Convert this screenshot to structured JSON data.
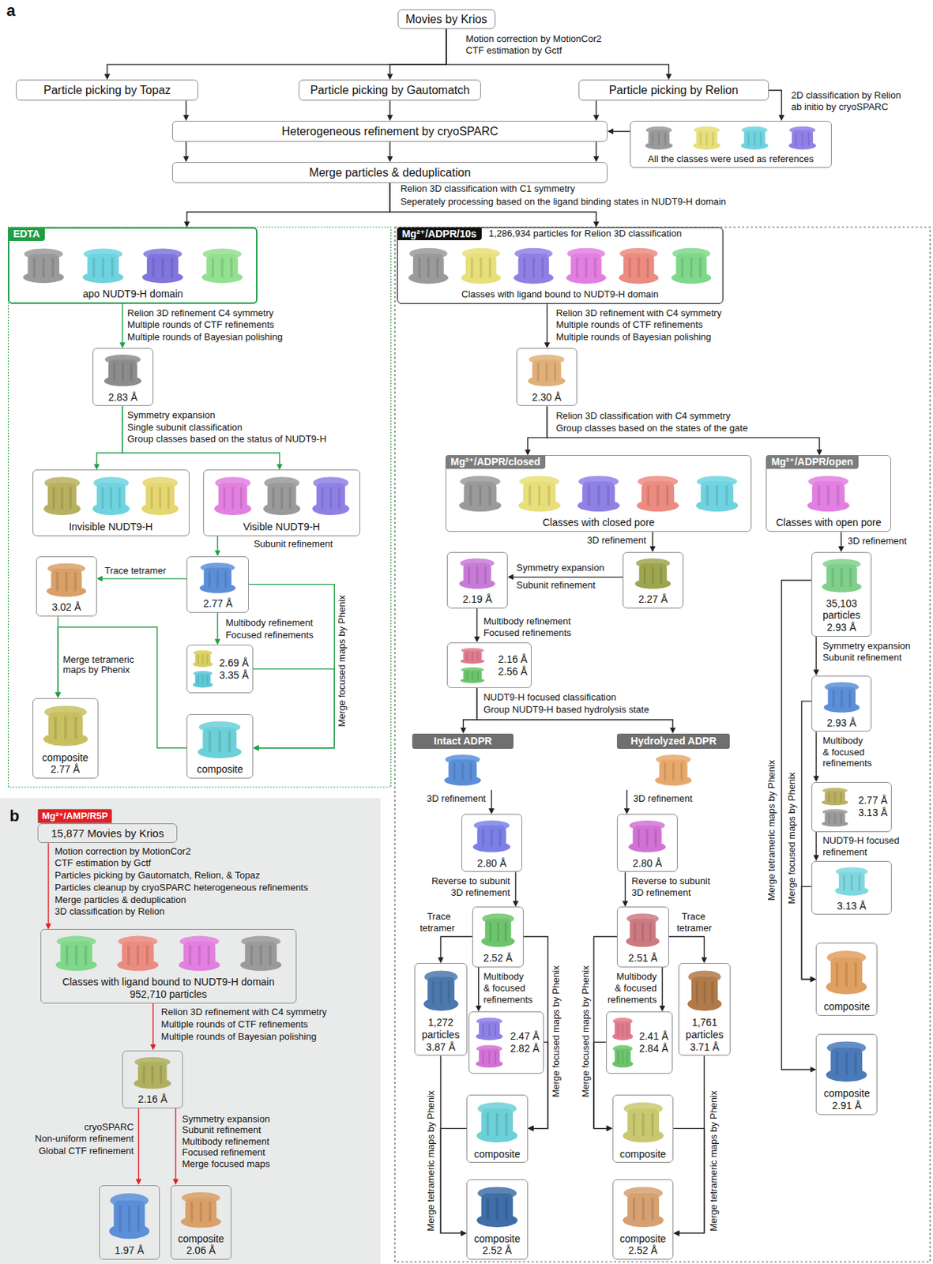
{
  "diagram": {
    "nodes": [
      {
        "text": [
          "Movies by Krios"
        ]
      },
      {
        "text": [
          "Particle picking by Topaz"
        ]
      },
      {
        "text": [
          "Particle picking by Gautomatch"
        ]
      },
      {
        "text": [
          "Particle picking by Relion"
        ]
      },
      {
        "text": [
          "Heterogeneous refinement by cryoSPARC"
        ]
      },
      {
        "text": [
          "Merge particles & deduplication"
        ]
      },
      {
        "text": [
          "All the classes were used as references"
        ]
      },
      {
        "text": [
          "EDTA",
          "apo NUDT9-H domain"
        ]
      },
      {
        "text": [
          "2.83 Å"
        ]
      },
      {
        "text": [
          "Invisible NUDT9-H"
        ]
      },
      {
        "text": [
          "Visible NUDT9-H"
        ]
      },
      {
        "text": [
          "2.77 Å"
        ]
      },
      {
        "text": [
          "3.02 Å"
        ]
      },
      {
        "text": [
          "2.69 Å",
          "3.35 Å"
        ]
      },
      {
        "text": [
          "composite",
          "2.77 Å"
        ]
      },
      {
        "text": [
          "composite"
        ]
      },
      {
        "text": [
          "Mg²⁺/ADPR/10s",
          "1,286,934 particles for Relion 3D classification",
          "Classes with ligand bound to NUDT9-H domain"
        ]
      },
      {
        "text": [
          "2.30 Å"
        ]
      },
      {
        "text": [
          "Mg²⁺/ADPR/closed",
          "Classes with closed pore"
        ]
      },
      {
        "text": [
          "Mg²⁺/ADPR/open",
          "Classes with open pore"
        ]
      },
      {
        "text": [
          "2.27 Å"
        ]
      },
      {
        "text": [
          "2.19 Å"
        ]
      },
      {
        "text": [
          "2.16 Å",
          "2.56 Å"
        ]
      },
      {
        "text": [
          "Intact ADPR"
        ]
      },
      {
        "text": [
          "Hydrolyzed ADPR"
        ]
      },
      {
        "text": [
          "2.80 Å"
        ]
      },
      {
        "text": [
          "2.80 Å"
        ]
      },
      {
        "text": [
          "2.52 Å"
        ]
      },
      {
        "text": [
          "2.51 Å"
        ]
      },
      {
        "text": [
          "1,272 particles",
          "3.87 Å"
        ]
      },
      {
        "text": [
          "2.47 Å",
          "2.82 Å"
        ]
      },
      {
        "text": [
          "2.41 Å",
          "2.84 Å"
        ]
      },
      {
        "text": [
          "1,761 particles",
          "3.71 Å"
        ]
      },
      {
        "text": [
          "composite"
        ]
      },
      {
        "text": [
          "composite"
        ]
      },
      {
        "text": [
          "composite",
          "2.52 Å"
        ]
      },
      {
        "text": [
          "composite",
          "2.52 Å"
        ]
      },
      {
        "text": [
          "35,103 particles",
          "2.93 Å"
        ]
      },
      {
        "text": [
          "2.93 Å"
        ]
      },
      {
        "text": [
          "2.77 Å",
          "3.13 Å"
        ]
      },
      {
        "text": [
          "3.13 Å"
        ]
      },
      {
        "text": [
          "composite"
        ]
      },
      {
        "text": [
          "composite",
          "2.91 Å"
        ]
      },
      {
        "text": [
          "Mg²⁺/AMP/R5P"
        ]
      },
      {
        "text": [
          "15,877 Movies by Krios"
        ]
      },
      {
        "text": [
          "Classes with ligand bound to NUDT9-H domain",
          "952,710 particles"
        ]
      },
      {
        "text": [
          "2.16 Å"
        ]
      },
      {
        "text": [
          "1.97 Å"
        ]
      },
      {
        "text": [
          "composite",
          "2.06 Å"
        ]
      }
    ],
    "edges": [
      {
        "from": 0,
        "to": 1,
        "arrow": "to"
      },
      {
        "from": 0,
        "to": 2,
        "arrow": "to"
      },
      {
        "from": 0,
        "to": 3,
        "arrow": "to"
      },
      {
        "from": 1,
        "to": 4,
        "arrow": "to"
      },
      {
        "from": 2,
        "to": 4,
        "arrow": "to"
      },
      {
        "from": 3,
        "to": 4,
        "arrow": "to"
      },
      {
        "from": 3,
        "to": 6,
        "arrow": "to"
      },
      {
        "from": 6,
        "to": 4,
        "arrow": "to"
      },
      {
        "from": 4,
        "to": 5,
        "arrow": "to"
      },
      {
        "from": 5,
        "to": 7,
        "arrow": "to"
      },
      {
        "from": 5,
        "to": 16,
        "arrow": "to"
      },
      {
        "from": 7,
        "to": 8,
        "arrow": "to"
      },
      {
        "from": 8,
        "to": 9,
        "arrow": "to"
      },
      {
        "from": 8,
        "to": 10,
        "arrow": "to"
      },
      {
        "from": 10,
        "to": 11,
        "arrow": "to"
      },
      {
        "from": 11,
        "to": 12,
        "arrow": "to"
      },
      {
        "from": 11,
        "to": 13,
        "arrow": "to"
      },
      {
        "from": 12,
        "to": 14,
        "arrow": "to"
      },
      {
        "from": 11,
        "to": 15,
        "arrow": "to"
      },
      {
        "from": 13,
        "to": 15,
        "arrow": "to"
      },
      {
        "from": 15,
        "to": 14,
        "arrow": "to"
      },
      {
        "from": 16,
        "to": 17,
        "arrow": "to"
      },
      {
        "from": 17,
        "to": 18,
        "arrow": "to"
      },
      {
        "from": 17,
        "to": 19,
        "arrow": "to"
      },
      {
        "from": 18,
        "to": 20,
        "arrow": "to"
      },
      {
        "from": 20,
        "to": 21,
        "arrow": "to"
      },
      {
        "from": 21,
        "to": 22,
        "arrow": "to"
      },
      {
        "from": 22,
        "to": 23,
        "arrow": "to"
      },
      {
        "from": 22,
        "to": 24,
        "arrow": "to"
      },
      {
        "from": 23,
        "to": 25,
        "arrow": "to"
      },
      {
        "from": 24,
        "to": 26,
        "arrow": "to"
      },
      {
        "from": 25,
        "to": 27,
        "arrow": "to"
      },
      {
        "from": 26,
        "to": 28,
        "arrow": "to"
      },
      {
        "from": 27,
        "to": 29,
        "arrow": "to"
      },
      {
        "from": 27,
        "to": 30,
        "arrow": "to"
      },
      {
        "from": 28,
        "to": 32,
        "arrow": "to"
      },
      {
        "from": 28,
        "to": 31,
        "arrow": "to"
      },
      {
        "from": 27,
        "to": 33,
        "arrow": "to"
      },
      {
        "from": 30,
        "to": 33,
        "arrow": "to"
      },
      {
        "from": 28,
        "to": 34,
        "arrow": "to"
      },
      {
        "from": 31,
        "to": 34,
        "arrow": "to"
      },
      {
        "from": 29,
        "to": 35,
        "arrow": "to"
      },
      {
        "from": 33,
        "to": 35,
        "arrow": "to"
      },
      {
        "from": 32,
        "to": 36,
        "arrow": "to"
      },
      {
        "from": 34,
        "to": 36,
        "arrow": "to"
      },
      {
        "from": 19,
        "to": 37,
        "arrow": "to"
      },
      {
        "from": 37,
        "to": 38,
        "arrow": "to"
      },
      {
        "from": 38,
        "to": 39,
        "arrow": "to"
      },
      {
        "from": 39,
        "to": 40,
        "arrow": "to"
      },
      {
        "from": 38,
        "to": 41,
        "arrow": "to"
      },
      {
        "from": 40,
        "to": 41,
        "arrow": "to"
      },
      {
        "from": 37,
        "to": 42,
        "arrow": "to"
      },
      {
        "from": 44,
        "to": 45,
        "arrow": "to"
      },
      {
        "from": 45,
        "to": 46,
        "arrow": "to"
      },
      {
        "from": 46,
        "to": 47,
        "arrow": "to"
      },
      {
        "from": 46,
        "to": 48,
        "arrow": "to"
      }
    ],
    "labels": [
      "a",
      "Motion correction by MotionCor2",
      "CTF estimation by Gctf",
      "2D classification by Relion",
      "ab initio by cryoSPARC",
      "Relion 3D classification with C1 symmetry",
      "Seperately processing based on the ligand binding states in NUDT9-H domain",
      "Relion 3D refinement C4 symmetry",
      "Multiple rounds of CTF refinements",
      "Multiple rounds of Bayesian polishing",
      "Symmetry expansion",
      "Single subunit classification",
      "Group classes based on the status of NUDT9-H",
      "Subunit refinement",
      "Trace tetramer",
      "Multibody refinement",
      "Focused refinements",
      "Merge tetrameric maps by Phenix",
      "Merge focused maps by Phenix",
      "Relion 3D refinement with C4 symmetry",
      "Multiple rounds of CTF refinements",
      "Multiple rounds of Bayesian polishing",
      "Relion 3D classification with C4 symmetry",
      "Group classes based on the states of the gate",
      "3D refinement",
      "Symmetry expansion",
      "Subunit refinement",
      "Multibody refinement",
      "Focused refinements",
      "NUDT9-H focused classification",
      "Group NUDT9-H based hydrolysis state",
      "3D refinement",
      "3D refinement",
      "Reverse to subunit",
      "3D refinement",
      "Reverse to subunit",
      "3D refinement",
      "Trace",
      "tetramer",
      "Multibody",
      "& focused",
      "refinements",
      "Trace",
      "tetramer",
      "Multibody",
      "& focused",
      "refinements",
      "Merge focused maps by Phenix",
      "Merge tetrameric maps by Phenix",
      "Merge focused maps by Phenix",
      "Merge tetrameric maps by Phenix",
      "3D refinement",
      "Symmetry expansion",
      "Subunit refinement",
      "Multibody",
      "& focused",
      "refinements",
      "NUDT9-H focused",
      "refinement",
      "Merge focused maps by Phenix",
      "Merge tetrameric maps by Phenix",
      "b",
      "Motion correction by MotionCor2",
      "CTF estimation by Gctf",
      "Particles picking by Gautomatch, Relion, & Topaz",
      "Particles cleanup by cryoSPARC heterogeneous refinements",
      "Merge particles & deduplication",
      "3D classification by Relion",
      "Relion 3D refinement with C4 symmetry",
      "Multiple rounds of CTF refinements",
      "Multiple rounds of Bayesian polishing",
      "cryoSPARC",
      "Non-uniform refinement",
      "Global CTF refinement",
      "Symmetry expansion",
      "Subunit refinement",
      "Multibody refinement",
      "Focused refinement",
      "Merge focused maps"
    ]
  }
}
